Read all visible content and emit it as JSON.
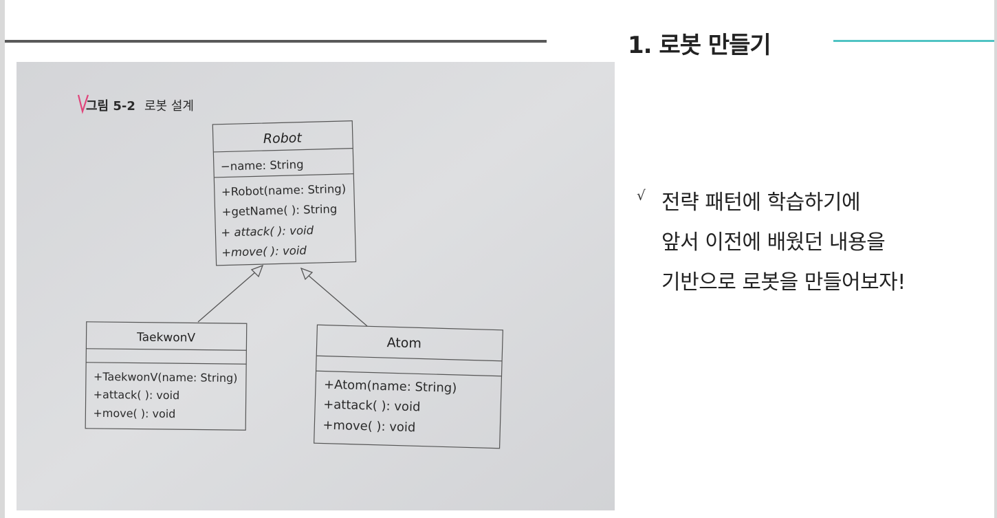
{
  "slide": {
    "title": "1. 로봇 만들기"
  },
  "figure": {
    "caption_label": "그림 5-2",
    "caption_title": "로봇 설계",
    "classes": [
      {
        "name": "Robot",
        "attributes": [
          "−name: String"
        ],
        "methods": [
          "+Robot(name: String)",
          "+getName( ): String",
          "+ attack( ): void",
          "+move( ): void"
        ]
      },
      {
        "name": "TaekwonV",
        "attributes": [],
        "methods": [
          "+TaekwonV(name: String)",
          "+attack( ): void",
          "+move( ): void"
        ]
      },
      {
        "name": "Atom",
        "attributes": [],
        "methods": [
          "+Atom(name: String)",
          "+attack( ): void",
          "+move( ): void"
        ]
      }
    ]
  },
  "bullet": {
    "mark": "√",
    "lines": [
      "전략 패턴에 학습하기에",
      "앞서 이전에 배웠던 내용을",
      "기반으로 로봇을 만들어보자!"
    ]
  },
  "colors": {
    "rule_left": "#595959",
    "rule_right": "#4fc3c3",
    "photo_paper": "#d8d9dc",
    "caption_mark": "#e0457b"
  }
}
